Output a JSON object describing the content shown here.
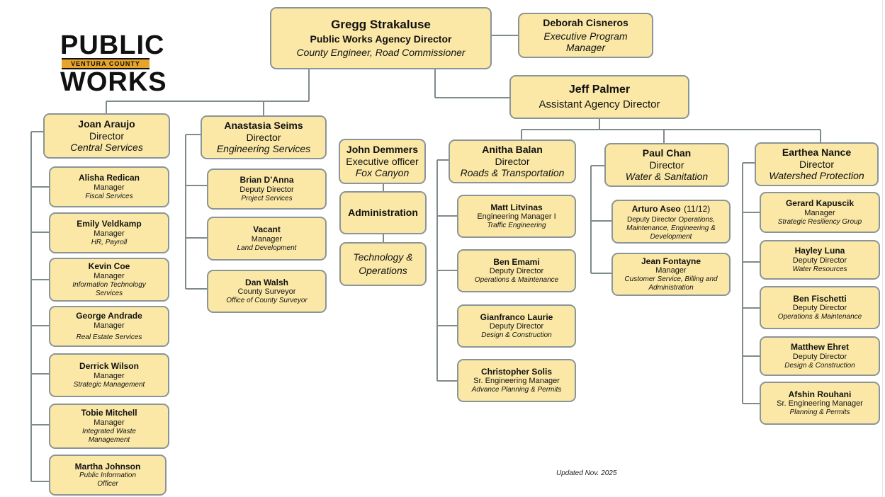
{
  "logo": {
    "line1": "PUBLIC",
    "band": "VENTURA COUNTY",
    "line2": "WORKS"
  },
  "director": {
    "name": "Gregg Strakaluse",
    "title": "Public Works Agency Director",
    "subtitle": "County Engineer, Road Commissioner"
  },
  "executive_manager": {
    "name": "Deborah Cisneros",
    "title": "Executive Program Manager"
  },
  "assistant_director": {
    "name": "Jeff Palmer",
    "title": "Assistant Agency Director"
  },
  "central_services": {
    "head": {
      "name": "Joan Araujo",
      "title": "Director",
      "dept": "Central Services"
    },
    "staff": [
      {
        "name": "Alisha Redican",
        "title": "Manager",
        "dept": "Fiscal Services"
      },
      {
        "name": "Emily Veldkamp",
        "title": "Manager",
        "dept": "HR, Payroll"
      },
      {
        "name": "Kevin Coe",
        "title": "Manager",
        "dept": "Information Technology Services"
      },
      {
        "name": "George Andrade",
        "title": "Manager",
        "dept": "Real Estate Services"
      },
      {
        "name": "Derrick Wilson",
        "title": "Manager",
        "dept": "Strategic Management"
      },
      {
        "name": "Tobie Mitchell",
        "title": "Manager",
        "dept": "Integrated Waste Management"
      },
      {
        "name": "Martha Johnson",
        "title": "",
        "dept": "Public Information Officer"
      }
    ]
  },
  "engineering_services": {
    "head": {
      "name": "Anastasia Seims",
      "title": "Director",
      "dept": "Engineering Services"
    },
    "staff": [
      {
        "name": "Brian D’Anna",
        "title": "Deputy Director",
        "dept": "Project Services"
      },
      {
        "name": "Vacant",
        "title": "Manager",
        "dept": "Land Development"
      },
      {
        "name": "Dan Walsh",
        "title": "County Surveyor",
        "dept": "Office of County Surveyor"
      }
    ]
  },
  "fox_canyon": {
    "head": {
      "name": "John Demmers",
      "title": "Executive officer",
      "dept": "Fox Canyon"
    },
    "units": [
      {
        "label": "Administration"
      },
      {
        "label": "Technology & Operations"
      }
    ]
  },
  "roads": {
    "head": {
      "name": "Anitha Balan",
      "title": "Director",
      "dept": "Roads & Transportation"
    },
    "staff": [
      {
        "name": "Matt Litvinas",
        "title": "Engineering Manager I",
        "dept": "Traffic Engineering"
      },
      {
        "name": "Ben Emami",
        "title": "Deputy Director",
        "dept": "Operations & Maintenance"
      },
      {
        "name": "Gianfranco Laurie",
        "title": "Deputy Director",
        "dept": "Design & Construction"
      },
      {
        "name": "Christopher Solis",
        "title": "Sr. Engineering Manager",
        "dept": "Advance Planning & Permits"
      }
    ]
  },
  "water": {
    "head": {
      "name": "Paul Chan",
      "title": "Director",
      "dept": "Water & Sanitation"
    },
    "staff": [
      {
        "name": "Arturo Aseo",
        "date": "(11/12)",
        "title": "Deputy Director",
        "dept": "Operations, Maintenance, Engineering & Development"
      },
      {
        "name": "Jean Fontayne",
        "title": "Manager",
        "dept": "Customer Service, Billing and Administration"
      }
    ]
  },
  "watershed": {
    "head": {
      "name": "Earthea Nance",
      "title": "Director",
      "dept": "Watershed Protection"
    },
    "staff": [
      {
        "name": "Gerard Kapuscik",
        "title": "Manager",
        "dept": "Strategic Resiliency Group"
      },
      {
        "name": "Hayley Luna",
        "title": "Deputy Director",
        "dept": "Water Resources"
      },
      {
        "name": "Ben Fischetti",
        "title": "Deputy Director",
        "dept": "Operations & Maintenance"
      },
      {
        "name": "Matthew Ehret",
        "title": "Deputy Director",
        "dept": "Design & Construction"
      },
      {
        "name": "Afshin Rouhani",
        "title": "Sr. Engineering Manager",
        "dept": "Planning & Permits"
      }
    ]
  },
  "footer": {
    "updated": "Updated Nov. 2025"
  },
  "colors": {
    "box_fill": "#fbe8a6",
    "box_border": "#8a9597",
    "logo_band": "#e6a52a",
    "connector": "#7f8a8c"
  }
}
